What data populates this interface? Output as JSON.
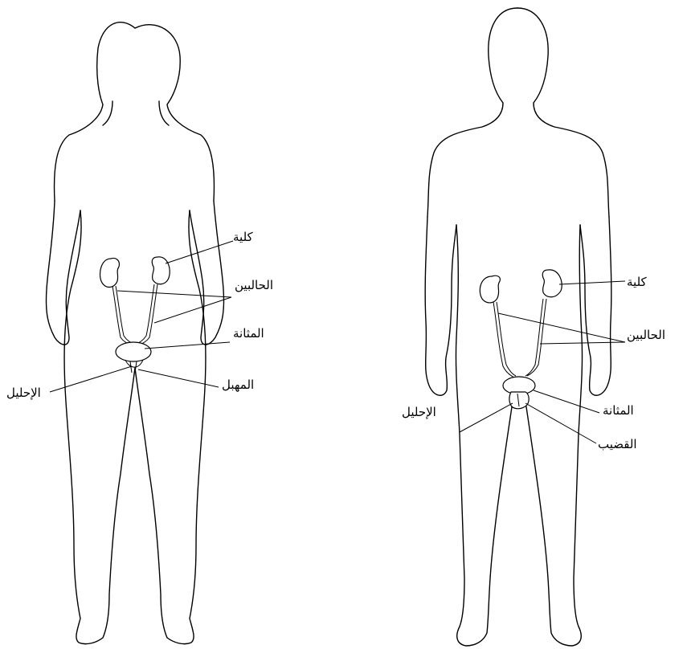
{
  "figure_female": {
    "labels": {
      "kidney": "كلية",
      "ureters": "الحالبين",
      "bladder": "المثانة",
      "vagina": "المهبل",
      "urethra": "الإحليل"
    }
  },
  "figure_male": {
    "labels": {
      "kidney": "كلية",
      "ureters": "الحالبين",
      "bladder": "المثانة",
      "urethra": "الإحليل",
      "penis": "القضيب"
    }
  },
  "colors": {
    "line": "#000000",
    "background": "#ffffff"
  }
}
